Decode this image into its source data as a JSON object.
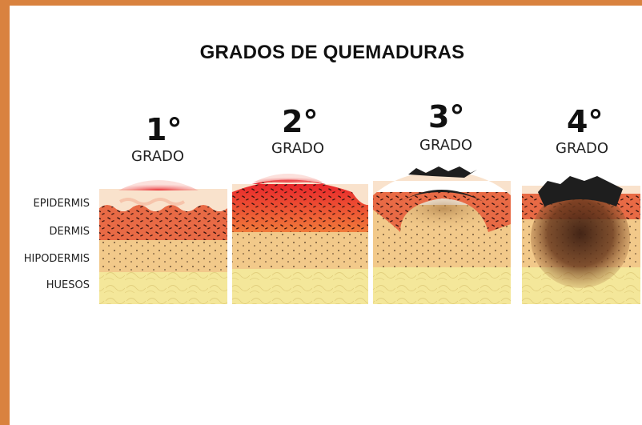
{
  "title": "GRADOS DE QUEMADURAS",
  "degrees": [
    {
      "number": "1°",
      "label": "GRADO"
    },
    {
      "number": "2°",
      "label": "GRADO"
    },
    {
      "number": "3°",
      "label": "GRADO"
    },
    {
      "number": "4°",
      "label": "GRADO"
    }
  ],
  "layers": [
    "EPIDERMIS",
    "DERMIS",
    "HIPODERMIS",
    "HUESOS"
  ],
  "colors": {
    "frame": "#d9823f",
    "epidermis": "#f9e2cc",
    "dermis": "#e86a45",
    "hipodermis": "#f2c98a",
    "huesos": "#f4e79a",
    "burn_red": "#e8202a",
    "char": "#1e1e1e"
  }
}
